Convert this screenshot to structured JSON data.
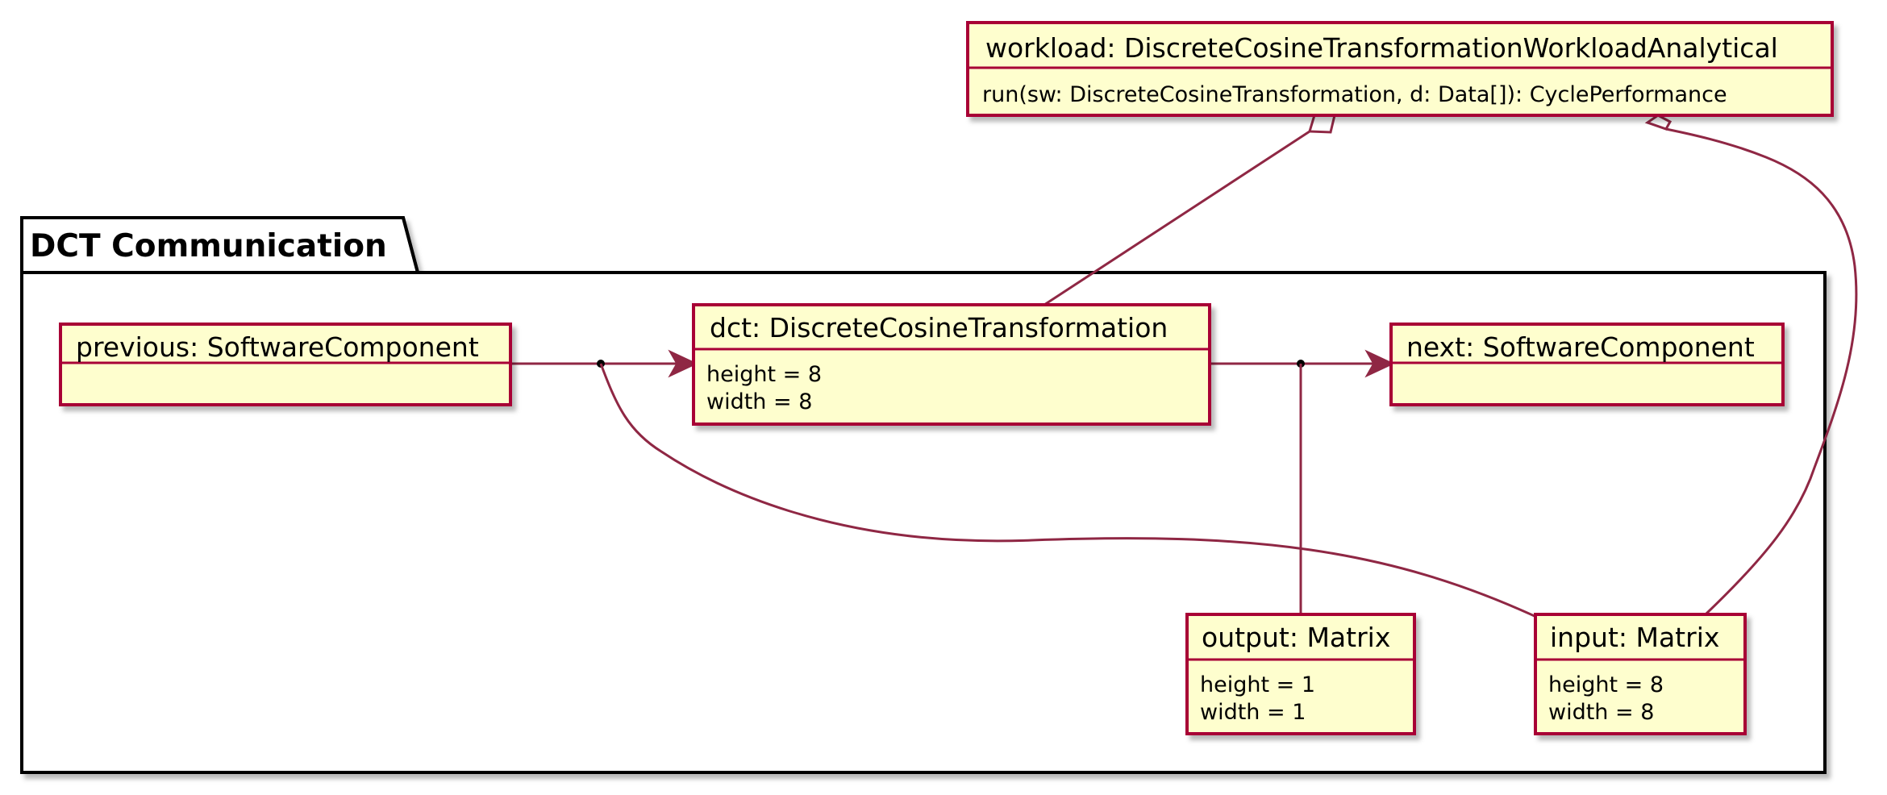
{
  "diagram": {
    "package": {
      "title": "DCT Communication"
    },
    "colors": {
      "object_fill": "#FEFECE",
      "object_border": "#A80036",
      "edge": "#8F2744",
      "package_border": "#000000",
      "background": "#FFFFFF"
    },
    "objects": {
      "workload": {
        "title": "workload: DiscreteCosineTransformationWorkloadAnalytical",
        "fields": [
          "run(sw: DiscreteCosineTransformation, d: Data[]): CyclePerformance"
        ]
      },
      "previous": {
        "title": "previous: SoftwareComponent",
        "fields": []
      },
      "dct": {
        "title": "dct: DiscreteCosineTransformation",
        "fields": [
          "height = 8",
          "width = 8"
        ]
      },
      "next": {
        "title": "next: SoftwareComponent",
        "fields": []
      },
      "output": {
        "title": "output: Matrix",
        "fields": [
          "height = 1",
          "width = 1"
        ]
      },
      "input": {
        "title": "input: Matrix",
        "fields": [
          "height = 8",
          "width = 8"
        ]
      }
    },
    "edges": [
      {
        "from": "previous",
        "to": "dct",
        "type": "arrow"
      },
      {
        "from": "dct",
        "to": "next",
        "type": "arrow"
      },
      {
        "from": "previous-dct-link",
        "to": "input",
        "type": "association"
      },
      {
        "from": "dct-next-link",
        "to": "output",
        "type": "association"
      },
      {
        "from": "workload",
        "to": "dct",
        "type": "aggregation"
      },
      {
        "from": "workload",
        "to": "input",
        "type": "aggregation"
      }
    ]
  }
}
